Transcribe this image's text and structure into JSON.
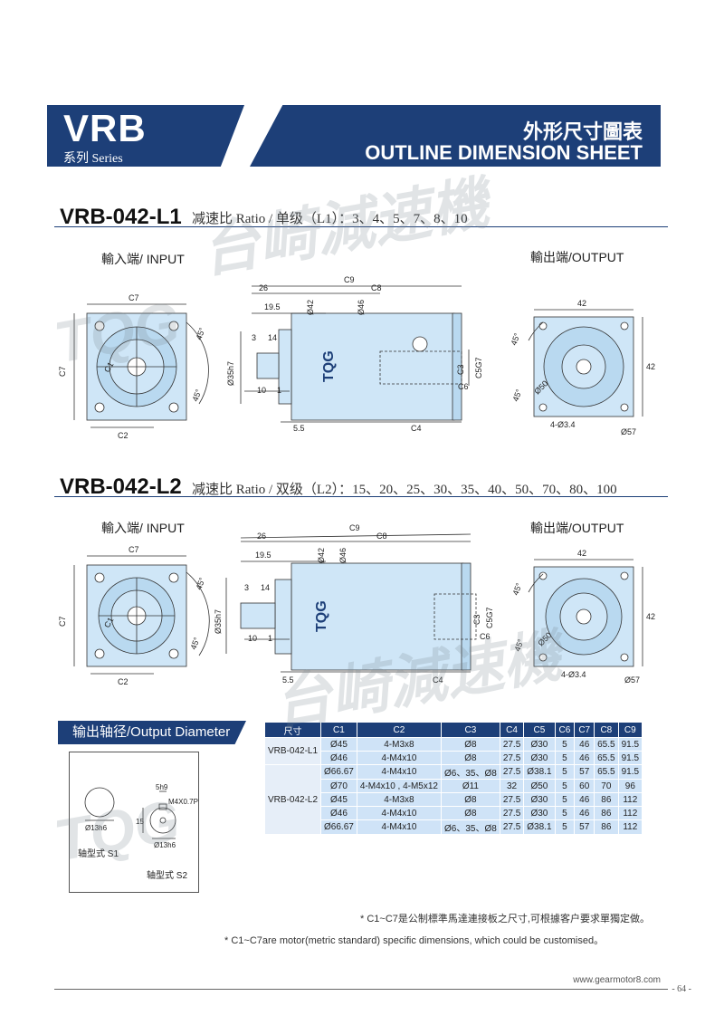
{
  "header": {
    "series_code": "VRB",
    "series_label": "系列 Series",
    "title_cn": "外形尺寸圖表",
    "title_en": "OUTLINE DIMENSION SHEET"
  },
  "sections": [
    {
      "model": "VRB-042-L1",
      "ratio_text": "减速比 Ratio / 单级（L1）：3、4、5、7、8、10",
      "input_label": "輸入端/ INPUT",
      "output_label": "輸出端/OUTPUT",
      "dims": {
        "c7": "C7",
        "c2": "C2",
        "c9": "C9",
        "c8": "C8",
        "d26": "26",
        "d19_5": "19.5",
        "d42a": "Ø42",
        "d46": "Ø46",
        "d3": "3",
        "d14": "14",
        "d35": "Ø35h7",
        "d10": "10",
        "d1": "1",
        "d5_5": "5.5",
        "c4": "C4",
        "c3": "C3",
        "c5": "C5G7",
        "c6": "C6",
        "deg45a": "45°",
        "deg45b": "45°",
        "c1": "C1",
        "o42h": "42",
        "o42v": "42",
        "o50": "Ø50",
        "o3_4": "4-Ø3.4",
        "o57": "Ø57",
        "o45a": "45°",
        "o45b": "45°",
        "brand": "TQG"
      }
    },
    {
      "model": "VRB-042-L2",
      "ratio_text": "减速比 Ratio / 双级（L2）：15、20、25、30、35、40、50、70、80、100",
      "input_label": "輸入端/ INPUT",
      "output_label": "輸出端/OUTPUT",
      "dims": {
        "c7": "C7",
        "c2": "C2",
        "c9": "C9",
        "c8": "C8",
        "d26": "26",
        "d19_5": "19.5",
        "d42a": "Ø42",
        "d46": "Ø46",
        "d3": "3",
        "d14": "14",
        "d35": "Ø35h7",
        "d10": "10",
        "d1": "1",
        "d5_5": "5.5",
        "c4": "C4",
        "c3": "C3",
        "c5": "C5G7",
        "c6": "C6",
        "deg45a": "45°",
        "deg45b": "45°",
        "c1": "C1",
        "o42h": "42",
        "o42v": "42",
        "o50": "Ø50",
        "o3_4": "4-Ø3.4",
        "o57": "Ø57",
        "o45a": "45°",
        "o45b": "45°",
        "brand": "TQG"
      }
    }
  ],
  "output_diameter": {
    "title": "输出轴径/Output Diameter",
    "s1_dim": "Ø13h6",
    "s1_label": "轴型式 S1",
    "s2_key": "5h9",
    "s2_height": "15",
    "s2_thread": "M4X0.7P",
    "s2_dim": "Ø13h6",
    "s2_label": "轴型式 S2"
  },
  "table": {
    "headers": [
      "尺寸",
      "C1",
      "C2",
      "C3",
      "C4",
      "C5",
      "C6",
      "C7",
      "C8",
      "C9"
    ],
    "groups": [
      {
        "model": "VRB-042-L1",
        "rows": [
          [
            "Ø45",
            "4-M3x8",
            "Ø8",
            "27.5",
            "Ø30",
            "5",
            "46",
            "65.5",
            "91.5"
          ],
          [
            "Ø46",
            "4-M4x10",
            "Ø8",
            "27.5",
            "Ø30",
            "5",
            "46",
            "65.5",
            "91.5"
          ]
        ]
      },
      {
        "model": "VRB-042-L2",
        "rows": [
          [
            "Ø66.67",
            "4-M4x10",
            "Ø6、35、Ø8",
            "27.5",
            "Ø38.1",
            "5",
            "57",
            "65.5",
            "91.5"
          ],
          [
            "Ø70",
            "4-M4x10 , 4-M5x12",
            "Ø11",
            "32",
            "Ø50",
            "5",
            "60",
            "70",
            "96"
          ],
          [
            "Ø45",
            "4-M3x8",
            "Ø8",
            "27.5",
            "Ø30",
            "5",
            "46",
            "86",
            "112"
          ],
          [
            "Ø46",
            "4-M4x10",
            "Ø8",
            "27.5",
            "Ø30",
            "5",
            "46",
            "86",
            "112"
          ],
          [
            "Ø66.67",
            "4-M4x10",
            "Ø6、35、Ø8",
            "27.5",
            "Ø38.1",
            "5",
            "57",
            "86",
            "112"
          ]
        ]
      }
    ]
  },
  "notes": {
    "cn": "* C1~C7是公制標準馬達連接板之尺寸,可根據客户要求單獨定做。",
    "en": "* C1~C7are motor(metric standard) specific dimensions, which could be customised。"
  },
  "footer": {
    "url": "www.gearmotor8.com",
    "page": "- 64 -"
  },
  "watermark": {
    "logo": "TQG",
    "company": "台崎減速機"
  },
  "colors": {
    "brand_blue": "#1d3f78",
    "part_blue": "#cfe6f7",
    "table_blue": "#cfe3f7"
  }
}
